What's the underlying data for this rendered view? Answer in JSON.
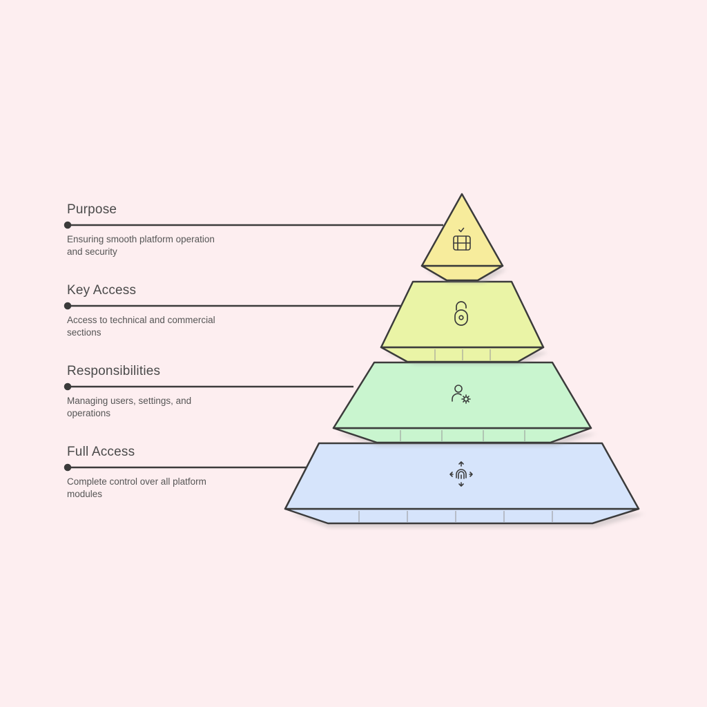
{
  "diagram": {
    "levels": [
      {
        "title": "Purpose",
        "description": "Ensuring smooth platform operation and security",
        "icon": "server-check-icon",
        "fill": "#f7ec9c"
      },
      {
        "title": "Key Access",
        "description": "Access to technical and commercial sections",
        "icon": "padlock-open-icon",
        "fill": "#eaf4a6"
      },
      {
        "title": "Responsibilities",
        "description": "Managing users, settings, and operations",
        "icon": "user-gear-icon",
        "fill": "#c9f5cf"
      },
      {
        "title": "Full Access",
        "description": "Complete control over all platform modules",
        "icon": "fingerprint-arrows-icon",
        "fill": "#d6e4fb"
      }
    ],
    "colors": {
      "background": "#fdeef0",
      "stroke": "#3b3b3b",
      "text": "#4a4a4a"
    }
  }
}
